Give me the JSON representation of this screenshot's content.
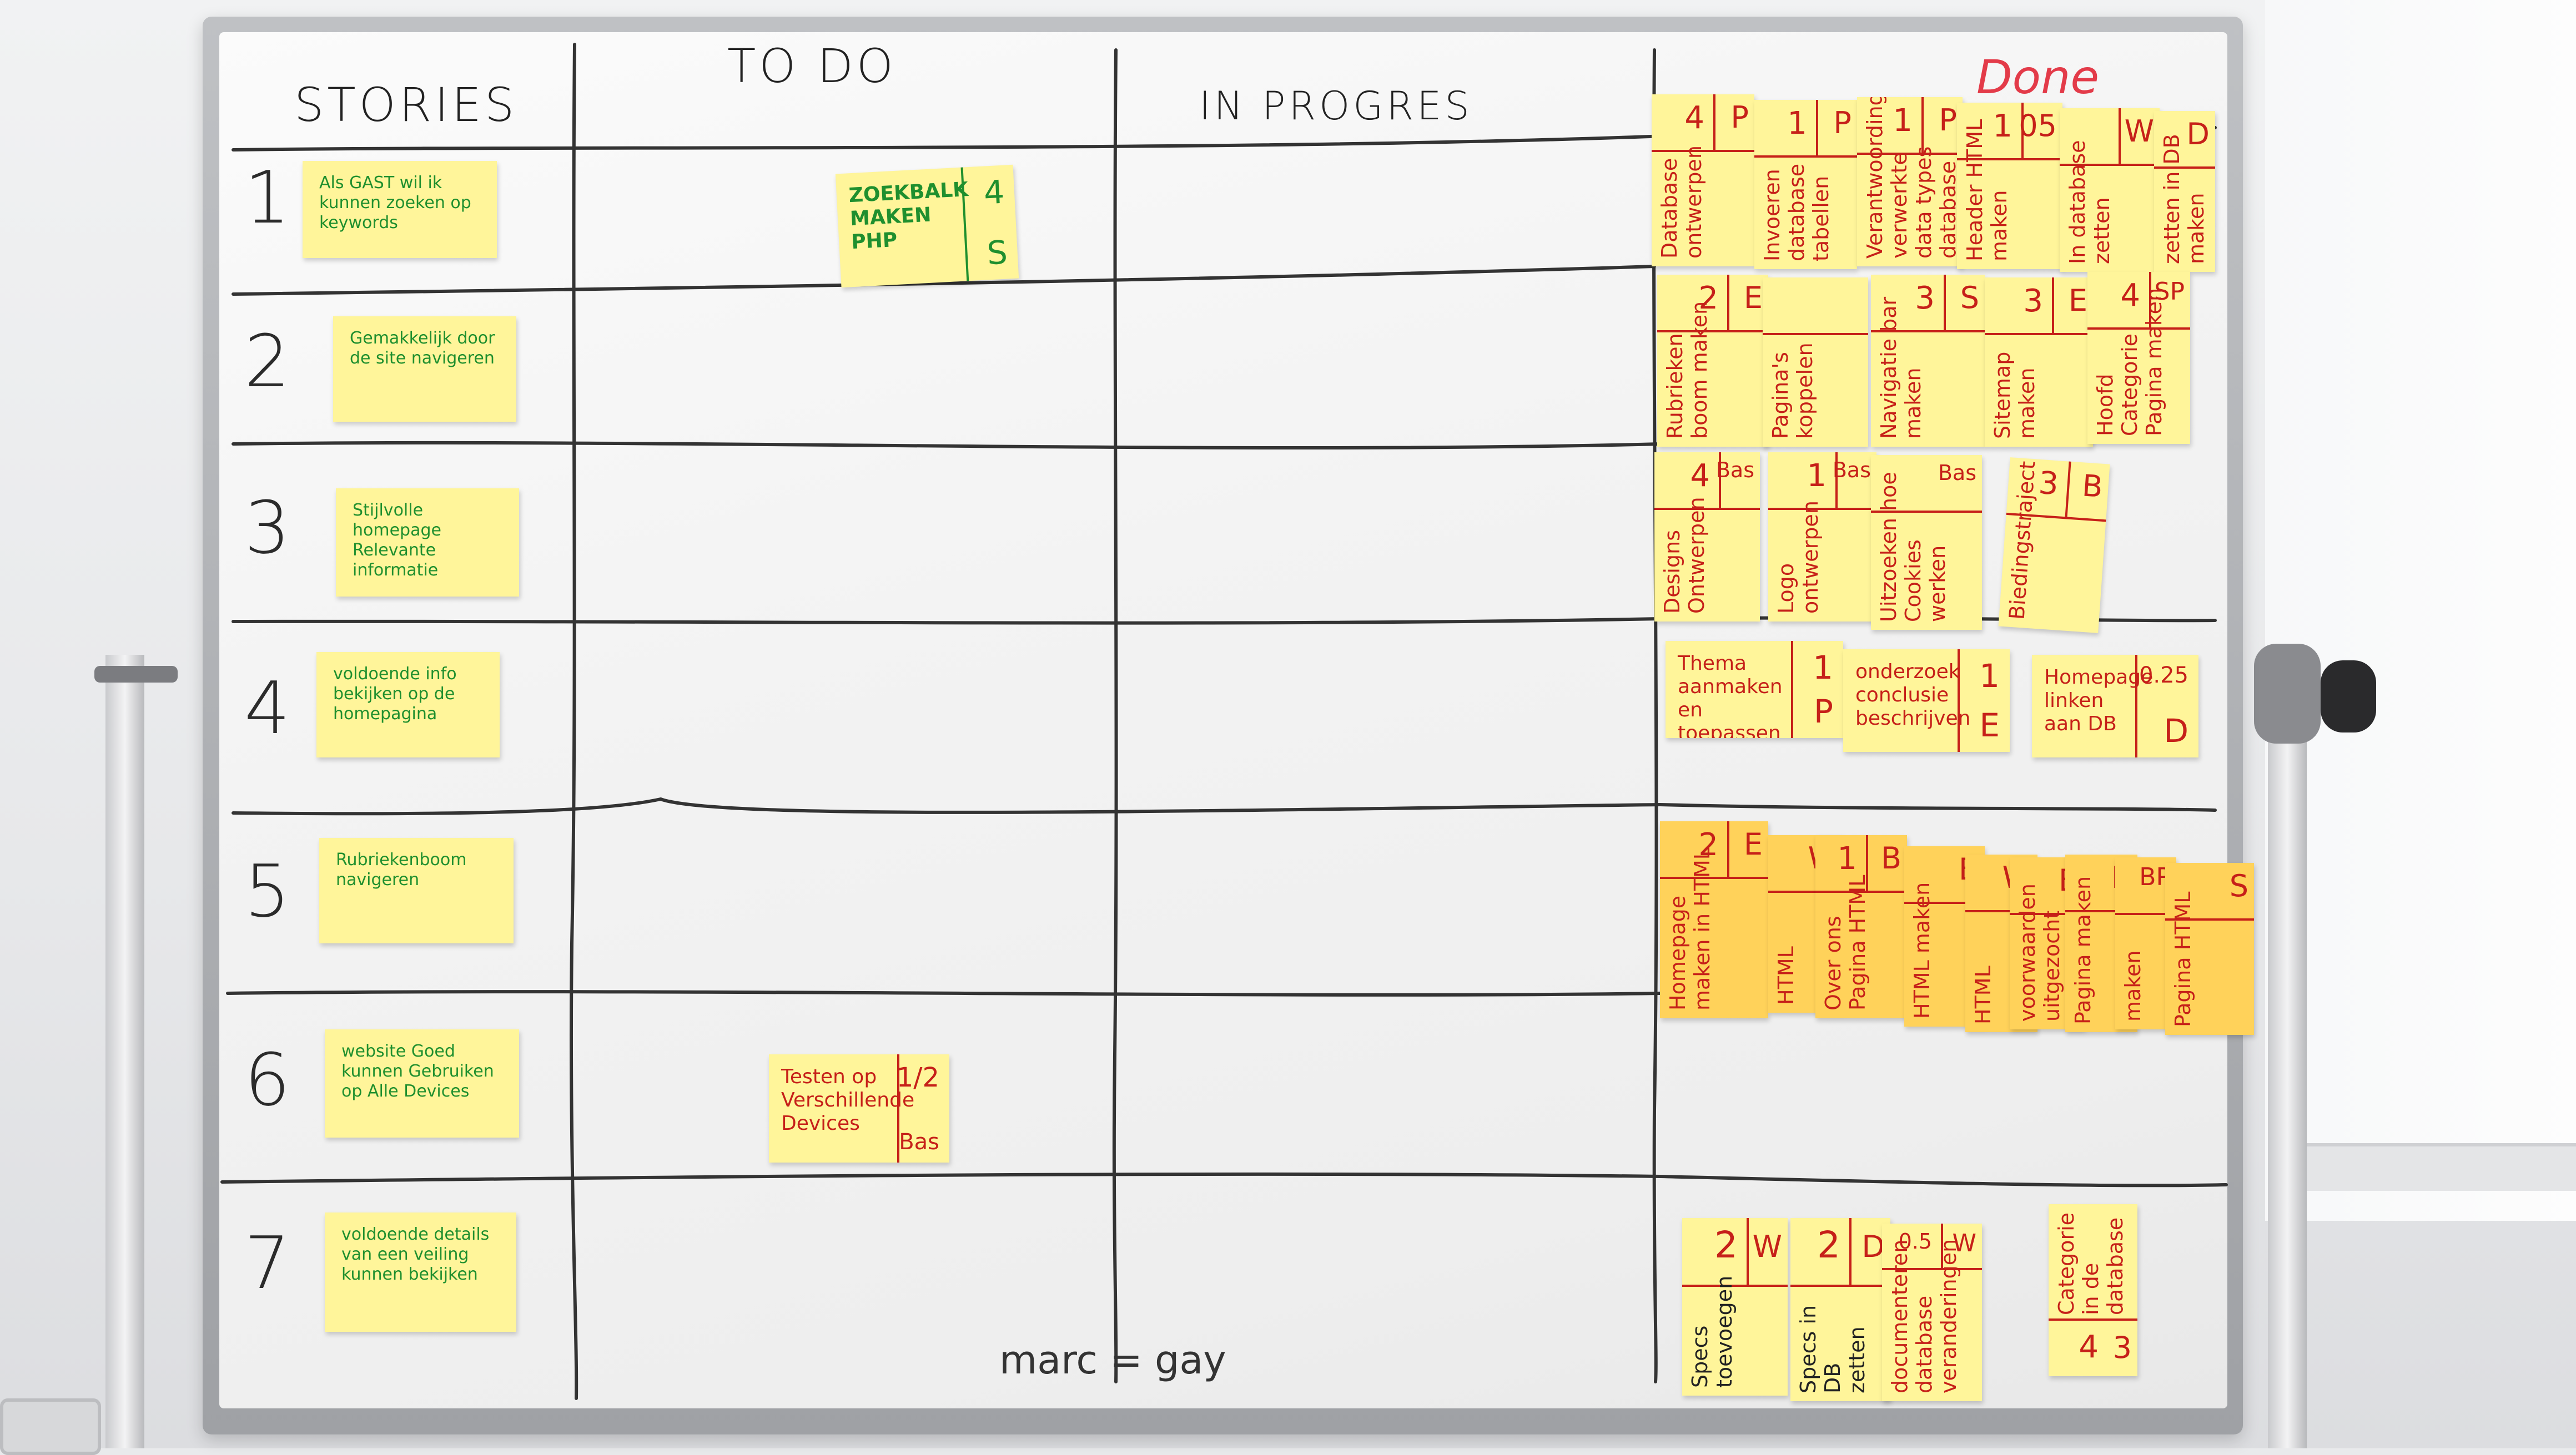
{
  "columns": [
    "STORIES",
    "TO DO",
    "IN PROGRES",
    "Done"
  ],
  "rows": [
    "1",
    "2",
    "3",
    "4",
    "5",
    "6",
    "7"
  ],
  "stories": [
    "Als GAST wil ik kunnen zoeken op keywords",
    "Gemakkelijk door de site navigeren",
    "Stijlvolle homepage Relevante informatie",
    "voldoende info bekijken op de homepagina",
    "Rubriekenboom navigeren",
    "website Goed kunnen Gebruiken op Alle Devices",
    "voldoende details van een veiling kunnen bekijken"
  ],
  "todo": [
    {
      "text": "ZOEKBALK MAKEN PHP",
      "points": "4",
      "who": "S"
    },
    {
      "text": "Testen op Verschillende Devices",
      "points": "1/2",
      "who": "Bas"
    }
  ],
  "done_row1": [
    {
      "text": "Database ontwerpen",
      "points": "4",
      "who": "P"
    },
    {
      "text": "Invoeren database tabellen",
      "points": "1",
      "who": "P"
    },
    {
      "text": "Verantwoording verwerkte data types database",
      "points": "1",
      "who": "P"
    },
    {
      "text": "Header HTML maken",
      "points": "1",
      "who": "05"
    },
    {
      "text": "In database zetten",
      "points": "",
      "who": "W"
    },
    {
      "text": "zetten in DB maken",
      "points": "",
      "who": "D"
    }
  ],
  "done_row2": [
    {
      "text": "Rubrieken boom maken",
      "points": "2",
      "who": "E"
    },
    {
      "text": "Pagina's koppelen",
      "points": "",
      "who": ""
    },
    {
      "text": "Navigatie bar maken",
      "points": "3",
      "who": "S"
    },
    {
      "text": "Sitemap maken",
      "points": "3",
      "who": "E"
    },
    {
      "text": "Hoofd Categorie Pagina maken",
      "points": "4",
      "who": "SP"
    }
  ],
  "done_row3": [
    {
      "text": "Designs Ontwerpen",
      "points": "4",
      "who": "Bas"
    },
    {
      "text": "Logo ontwerpen",
      "points": "1",
      "who": "Bas"
    },
    {
      "text": "Uitzoeken hoe Cookies werken",
      "points": "",
      "who": "Bas"
    },
    {
      "text": "Biedingstraject",
      "points": "3",
      "who": "B"
    }
  ],
  "done_row4": [
    {
      "text": "Thema aanmaken en toepassen",
      "points": "1",
      "who": "P"
    },
    {
      "text": "onderzoek conclusie beschrijven",
      "points": "1",
      "who": "E"
    },
    {
      "text": "Homepage linken aan DB",
      "points": "0.25",
      "who": "D"
    }
  ],
  "done_row5": [
    {
      "text": "Homepage maken in HTML",
      "points": "2",
      "who": "E"
    },
    {
      "text": "HTML",
      "points": "",
      "who": "W"
    },
    {
      "text": "Over ons Pagina HTML",
      "points": "1",
      "who": "B"
    },
    {
      "text": "HTML maken",
      "points": "",
      "who": "B"
    },
    {
      "text": "HTML",
      "points": "",
      "who": "W"
    },
    {
      "text": "voorwaarden uitgezocht",
      "points": "",
      "who": "B"
    },
    {
      "text": "Pagina maken",
      "points": "",
      "who": "B"
    },
    {
      "text": "maken",
      "points": "",
      "who": "BP"
    },
    {
      "text": "Pagina HTML",
      "points": "",
      "who": "S"
    }
  ],
  "done_row7": [
    {
      "text": "Specs toevoegen",
      "points": "2",
      "who": "W"
    },
    {
      "text": "Specs in DB zetten",
      "points": "2",
      "who": "D"
    },
    {
      "text": "documenteren database veranderingen",
      "points": "0.5",
      "who": "W"
    },
    {
      "text": "Categorie in de database",
      "points": "4",
      "who": "3"
    }
  ],
  "footer": "marc = gay"
}
